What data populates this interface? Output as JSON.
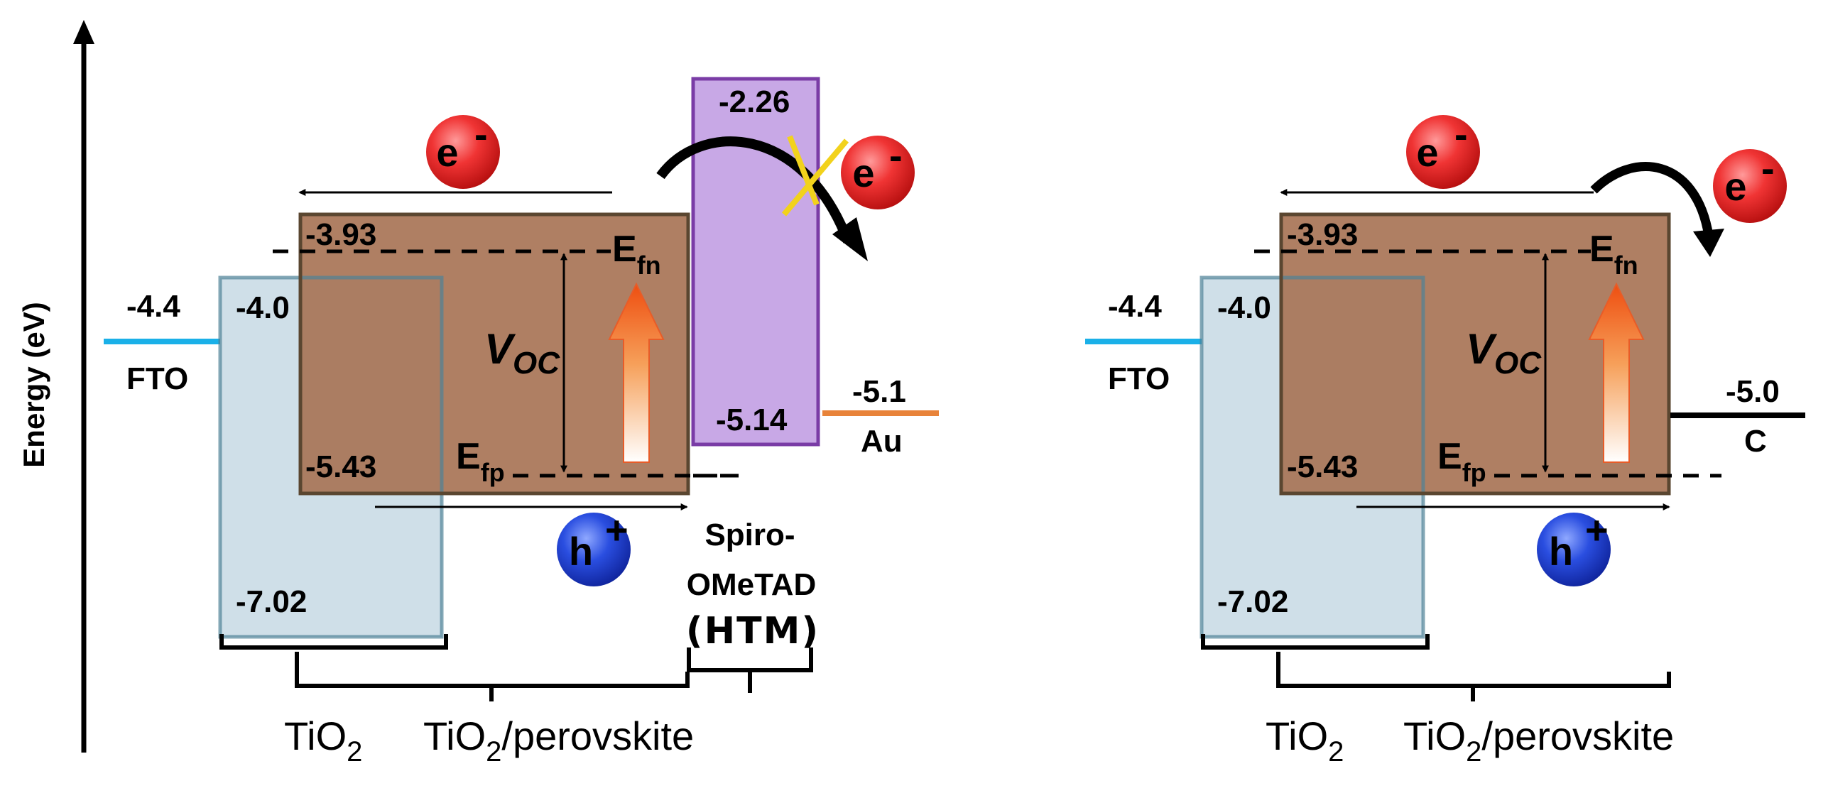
{
  "axis": {
    "title": "Energy (eV)"
  },
  "colors": {
    "fto": "#1ab0e8",
    "tio2_fill": "#cfdfe8",
    "tio2_edge": "#4f8297",
    "perovskite_fill": "#a87456",
    "perovskite_edge": "#5a4630",
    "htm_fill": "#c8a8e6",
    "htm_edge": "#7a3ca6",
    "au": "#e8833a",
    "carbon": "#000000",
    "electron": "#e02020",
    "hole": "#1a3ecf"
  },
  "left": {
    "fto": {
      "value": "-4.4",
      "label": "FTO"
    },
    "tio2": {
      "cb": "-4.0",
      "vb": "-7.02"
    },
    "perovskite": {
      "cb": "-3.93",
      "vb": "-5.43"
    },
    "efn": {
      "main": "E",
      "sub": "fn"
    },
    "efp": {
      "main": "E",
      "sub": "fp"
    },
    "voc": {
      "main": "V",
      "sub": "OC"
    },
    "htm": {
      "top": "-2.26",
      "bottom": "-5.14",
      "name1": "Spiro-",
      "name2": "OMeTAD",
      "name3": "(HTM)"
    },
    "contact": {
      "value": "-5.1",
      "label": "Au"
    },
    "electron": {
      "symbol": "e",
      "charge": "-"
    },
    "electron_blocked": {
      "symbol": "e",
      "charge": "-"
    },
    "hole": {
      "symbol": "h",
      "charge": "+"
    },
    "captions": {
      "tio2": {
        "main": "TiO",
        "sub": "2"
      },
      "tio2_perov": {
        "main": "TiO",
        "sub": "2",
        "rest": "/perovskite"
      }
    }
  },
  "right": {
    "fto": {
      "value": "-4.4",
      "label": "FTO"
    },
    "tio2": {
      "cb": "-4.0",
      "vb": "-7.02"
    },
    "perovskite": {
      "cb": "-3.93",
      "vb": "-5.43"
    },
    "efn": {
      "main": "E",
      "sub": "fn"
    },
    "efp": {
      "main": "E",
      "sub": "fp"
    },
    "voc": {
      "main": "V",
      "sub": "OC"
    },
    "contact": {
      "value": "-5.0",
      "label": "C"
    },
    "electron": {
      "symbol": "e",
      "charge": "-"
    },
    "electron_transfer": {
      "symbol": "e",
      "charge": "-"
    },
    "hole": {
      "symbol": "h",
      "charge": "+"
    },
    "captions": {
      "tio2": {
        "main": "TiO",
        "sub": "2"
      },
      "tio2_perov": {
        "main": "TiO",
        "sub": "2",
        "rest": "/perovskite"
      }
    }
  }
}
